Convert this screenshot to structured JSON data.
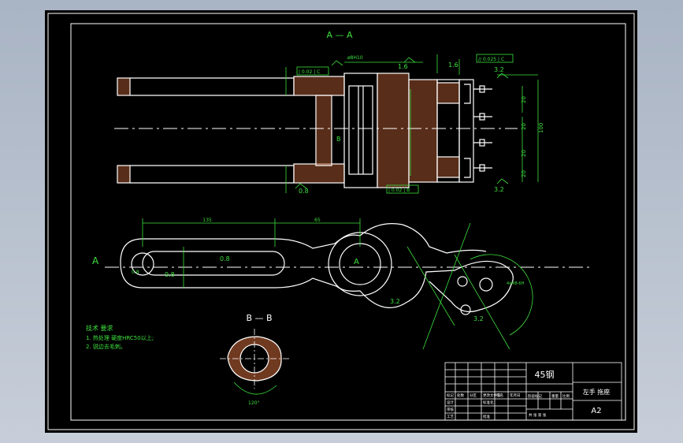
{
  "section_aa_label": "A — A",
  "section_bb_label": "B — B",
  "view_marker_a_left": "A",
  "view_marker_a_right": "A",
  "view_marker_b": "B",
  "dims": {
    "len_135": "135",
    "len_65": "65",
    "height_100": "100",
    "pitch_20a": "20",
    "pitch_20b": "20",
    "pitch_20c": "20",
    "pitch_20d": "20",
    "rough_16": "1.6",
    "rough_16b": "1.6",
    "rough_32a": "3.2",
    "rough_32b": "3.2",
    "rough_08a": "0.8",
    "rough_08b": "0.8",
    "rough_08c": "0.8",
    "rough_08d": "0.8",
    "rough_32c": "3.2",
    "rough_32d": "3.2",
    "dia_label": "ø8H10",
    "tol_frame_1": "| 0.02 | C",
    "tol_frame_2": "| 0.02 | B",
    "tol_frame_3": "// 0.025 | C",
    "hole_label": "4xM8-6H",
    "angle_label": "120°"
  },
  "tech_notes": {
    "title": "技术 要求",
    "line1": "1. 热处理    硬度HRC50以上;",
    "line2": "2. 锐边去毛刺。"
  },
  "title_block": {
    "material": "45钢",
    "part_name": "左手 拖座",
    "sheet_size": "A2",
    "header_cells": [
      "标记",
      "处数",
      "分区",
      "更改文件号",
      "签名",
      "年月日"
    ],
    "row2_cells": [
      "设计",
      "",
      "标准化",
      "",
      "阶段标记",
      "重量",
      "比例"
    ],
    "row3_cells": [
      "审核",
      "",
      "",
      "",
      ""
    ],
    "row4_cells": [
      "工艺",
      "",
      "批准",
      "",
      "共 张 第 张"
    ]
  }
}
